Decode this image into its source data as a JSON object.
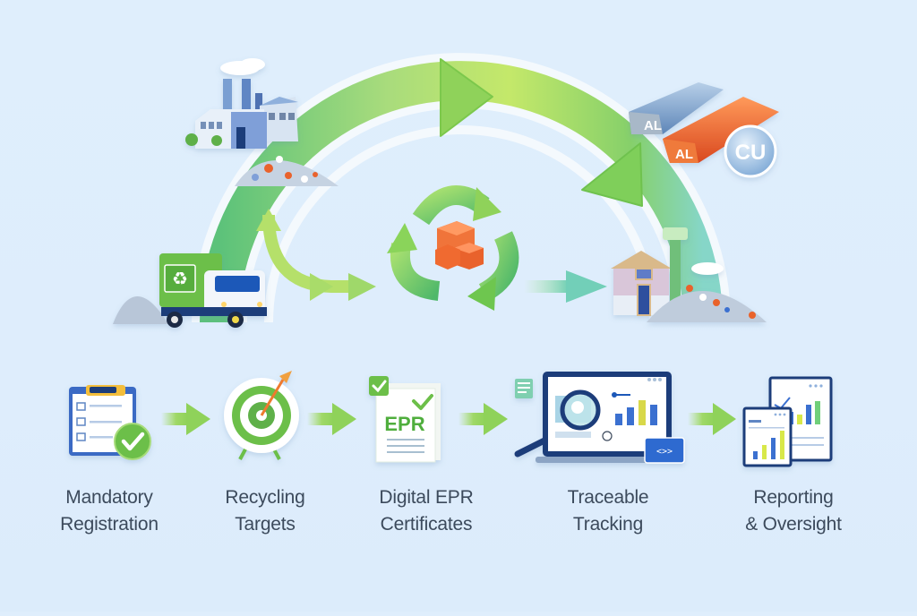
{
  "diagram": {
    "title": "EPR Recycling Circular Flow",
    "colors": {
      "background": "#deedfc",
      "arc_green": "#8fd45a",
      "arc_teal": "#7dd3c4",
      "accent_orange": "#ef6a2e",
      "text": "#3c4a5c",
      "navy": "#1f3c7a"
    },
    "cycle": {
      "nodes": [
        {
          "id": "factory",
          "icon": "factory-icon",
          "description": "Producer / manufacturing plant with scrap pile"
        },
        {
          "id": "metals",
          "icon": "metal-ingots-icon",
          "labels": [
            "AL",
            "AL",
            "CU"
          ]
        },
        {
          "id": "collection",
          "icon": "recycling-truck-icon",
          "description": "Collection truck with recycling symbol"
        },
        {
          "id": "processing",
          "icon": "recycle-symbol-icon",
          "description": "Recycling loop with material blocks"
        },
        {
          "id": "facility",
          "icon": "recycling-facility-icon",
          "description": "Recycling facility with scrap pile"
        }
      ]
    },
    "steps": [
      {
        "icon": "checklist-icon",
        "line1": "Mandatory",
        "line2": "Registration"
      },
      {
        "icon": "target-icon",
        "line1": "Recycling",
        "line2": "Targets"
      },
      {
        "icon": "certificate-icon",
        "line1": "Digital EPR",
        "line2": "Certificates",
        "badge": "EPR"
      },
      {
        "icon": "tracking-dashboard-icon",
        "line1": "Traceable",
        "line2": "Tracking"
      },
      {
        "icon": "report-documents-icon",
        "line1": "Reporting",
        "line2": "& Oversight"
      }
    ],
    "metal_labels": {
      "al1": "AL",
      "al2": "AL",
      "cu": "CU"
    }
  }
}
